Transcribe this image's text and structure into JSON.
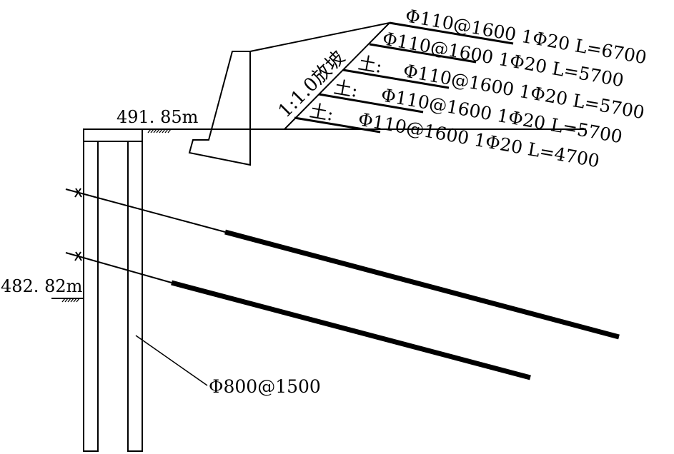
{
  "elevations": {
    "top": "491. 85m",
    "base": "482. 82m"
  },
  "slope_label": "1:1.0放坡",
  "nail_rows": [
    {
      "text": "Φ110@1600  1Φ20  L=6700"
    },
    {
      "text": "Φ110@1600  1Φ20  L=5700",
      "prefix": "土:"
    },
    {
      "text": "Φ110@1600  1Φ20  L=5700",
      "prefix": "土:"
    },
    {
      "text": "Φ110@1600  1Φ20  L=5700",
      "prefix": "土:"
    },
    {
      "text": "Φ110@1600  1Φ20  L=4700"
    }
  ],
  "pile_label": "Φ800@1500"
}
